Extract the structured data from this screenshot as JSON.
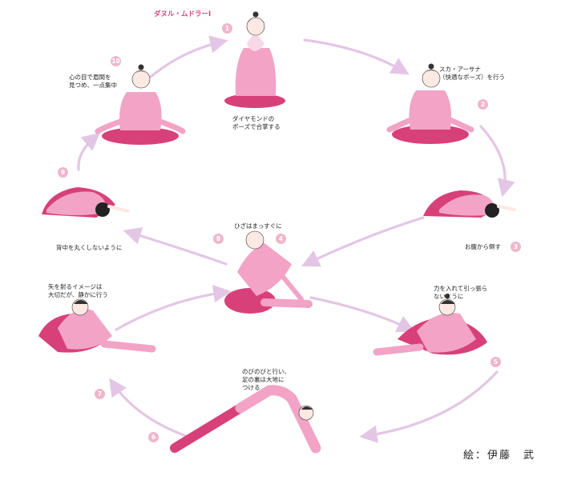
{
  "title": "ダヌル・ムドラーⅠ",
  "credit": "絵：伊藤　武",
  "colors": {
    "arrow": "#e3c6e5",
    "body_pink": "#f2a3c6",
    "body_dark": "#d8407a",
    "step_circle": "#f0b6cc",
    "title": "#d8487c"
  },
  "steps": [
    {
      "number": "1",
      "caption": "ダイヤモンドの\nポーズで合掌する"
    },
    {
      "number": "2",
      "caption": "スカ・アーサナ\n（快適なポーズ）を行う"
    },
    {
      "number": "3",
      "caption": "お腹から倒す"
    },
    {
      "number": "4",
      "caption": "ひざはまっすぐに"
    },
    {
      "number": "5",
      "caption": "力を入れて引っ張ら\nないように"
    },
    {
      "number": "6",
      "caption": "のびのびと行い、\n足の裏は大地に\nつける"
    },
    {
      "number": "7",
      "caption": "矢を射るイメージは\n大切だが、静かに行う"
    },
    {
      "number": "8",
      "caption": ""
    },
    {
      "number": "9",
      "caption": "背中を丸くしないように"
    },
    {
      "number": "10",
      "caption": "心の目で眉間を\n見つめ、一点集中"
    }
  ],
  "icons": [
    "yoga-figure-icon",
    "cycle-arrow-icon"
  ]
}
